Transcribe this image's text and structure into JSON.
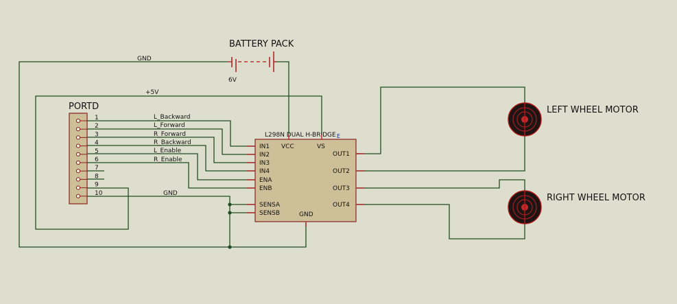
{
  "battery": {
    "label": "BATTERY PACK",
    "voltage": "6V"
  },
  "nets": {
    "gnd_top": "GND",
    "vcc_5v": "+5V",
    "gnd_port": "GND"
  },
  "connector": {
    "name": "PORTD",
    "pins": [
      "1",
      "2",
      "3",
      "4",
      "5",
      "6",
      "7",
      "8",
      "9",
      "10"
    ],
    "signals": [
      "L_Backward",
      "L_Forward",
      "R_Forward",
      "R_Backward",
      "L_Enable",
      "R_Enable"
    ]
  },
  "ic": {
    "title": "L298N DUAL  H-BRIDGE",
    "left_pins": [
      "IN1",
      "IN2",
      "IN3",
      "IN4",
      "ENA",
      "ENB",
      "SENSA",
      "SENSB"
    ],
    "right_pins": [
      "OUT1",
      "OUT2",
      "OUT3",
      "OUT4"
    ],
    "top_pins": [
      "VCC",
      "VS"
    ],
    "bottom_pin": "GND"
  },
  "motors": {
    "left": "LEFT WHEEL MOTOR",
    "right": "RIGHT WHEEL MOTOR"
  }
}
